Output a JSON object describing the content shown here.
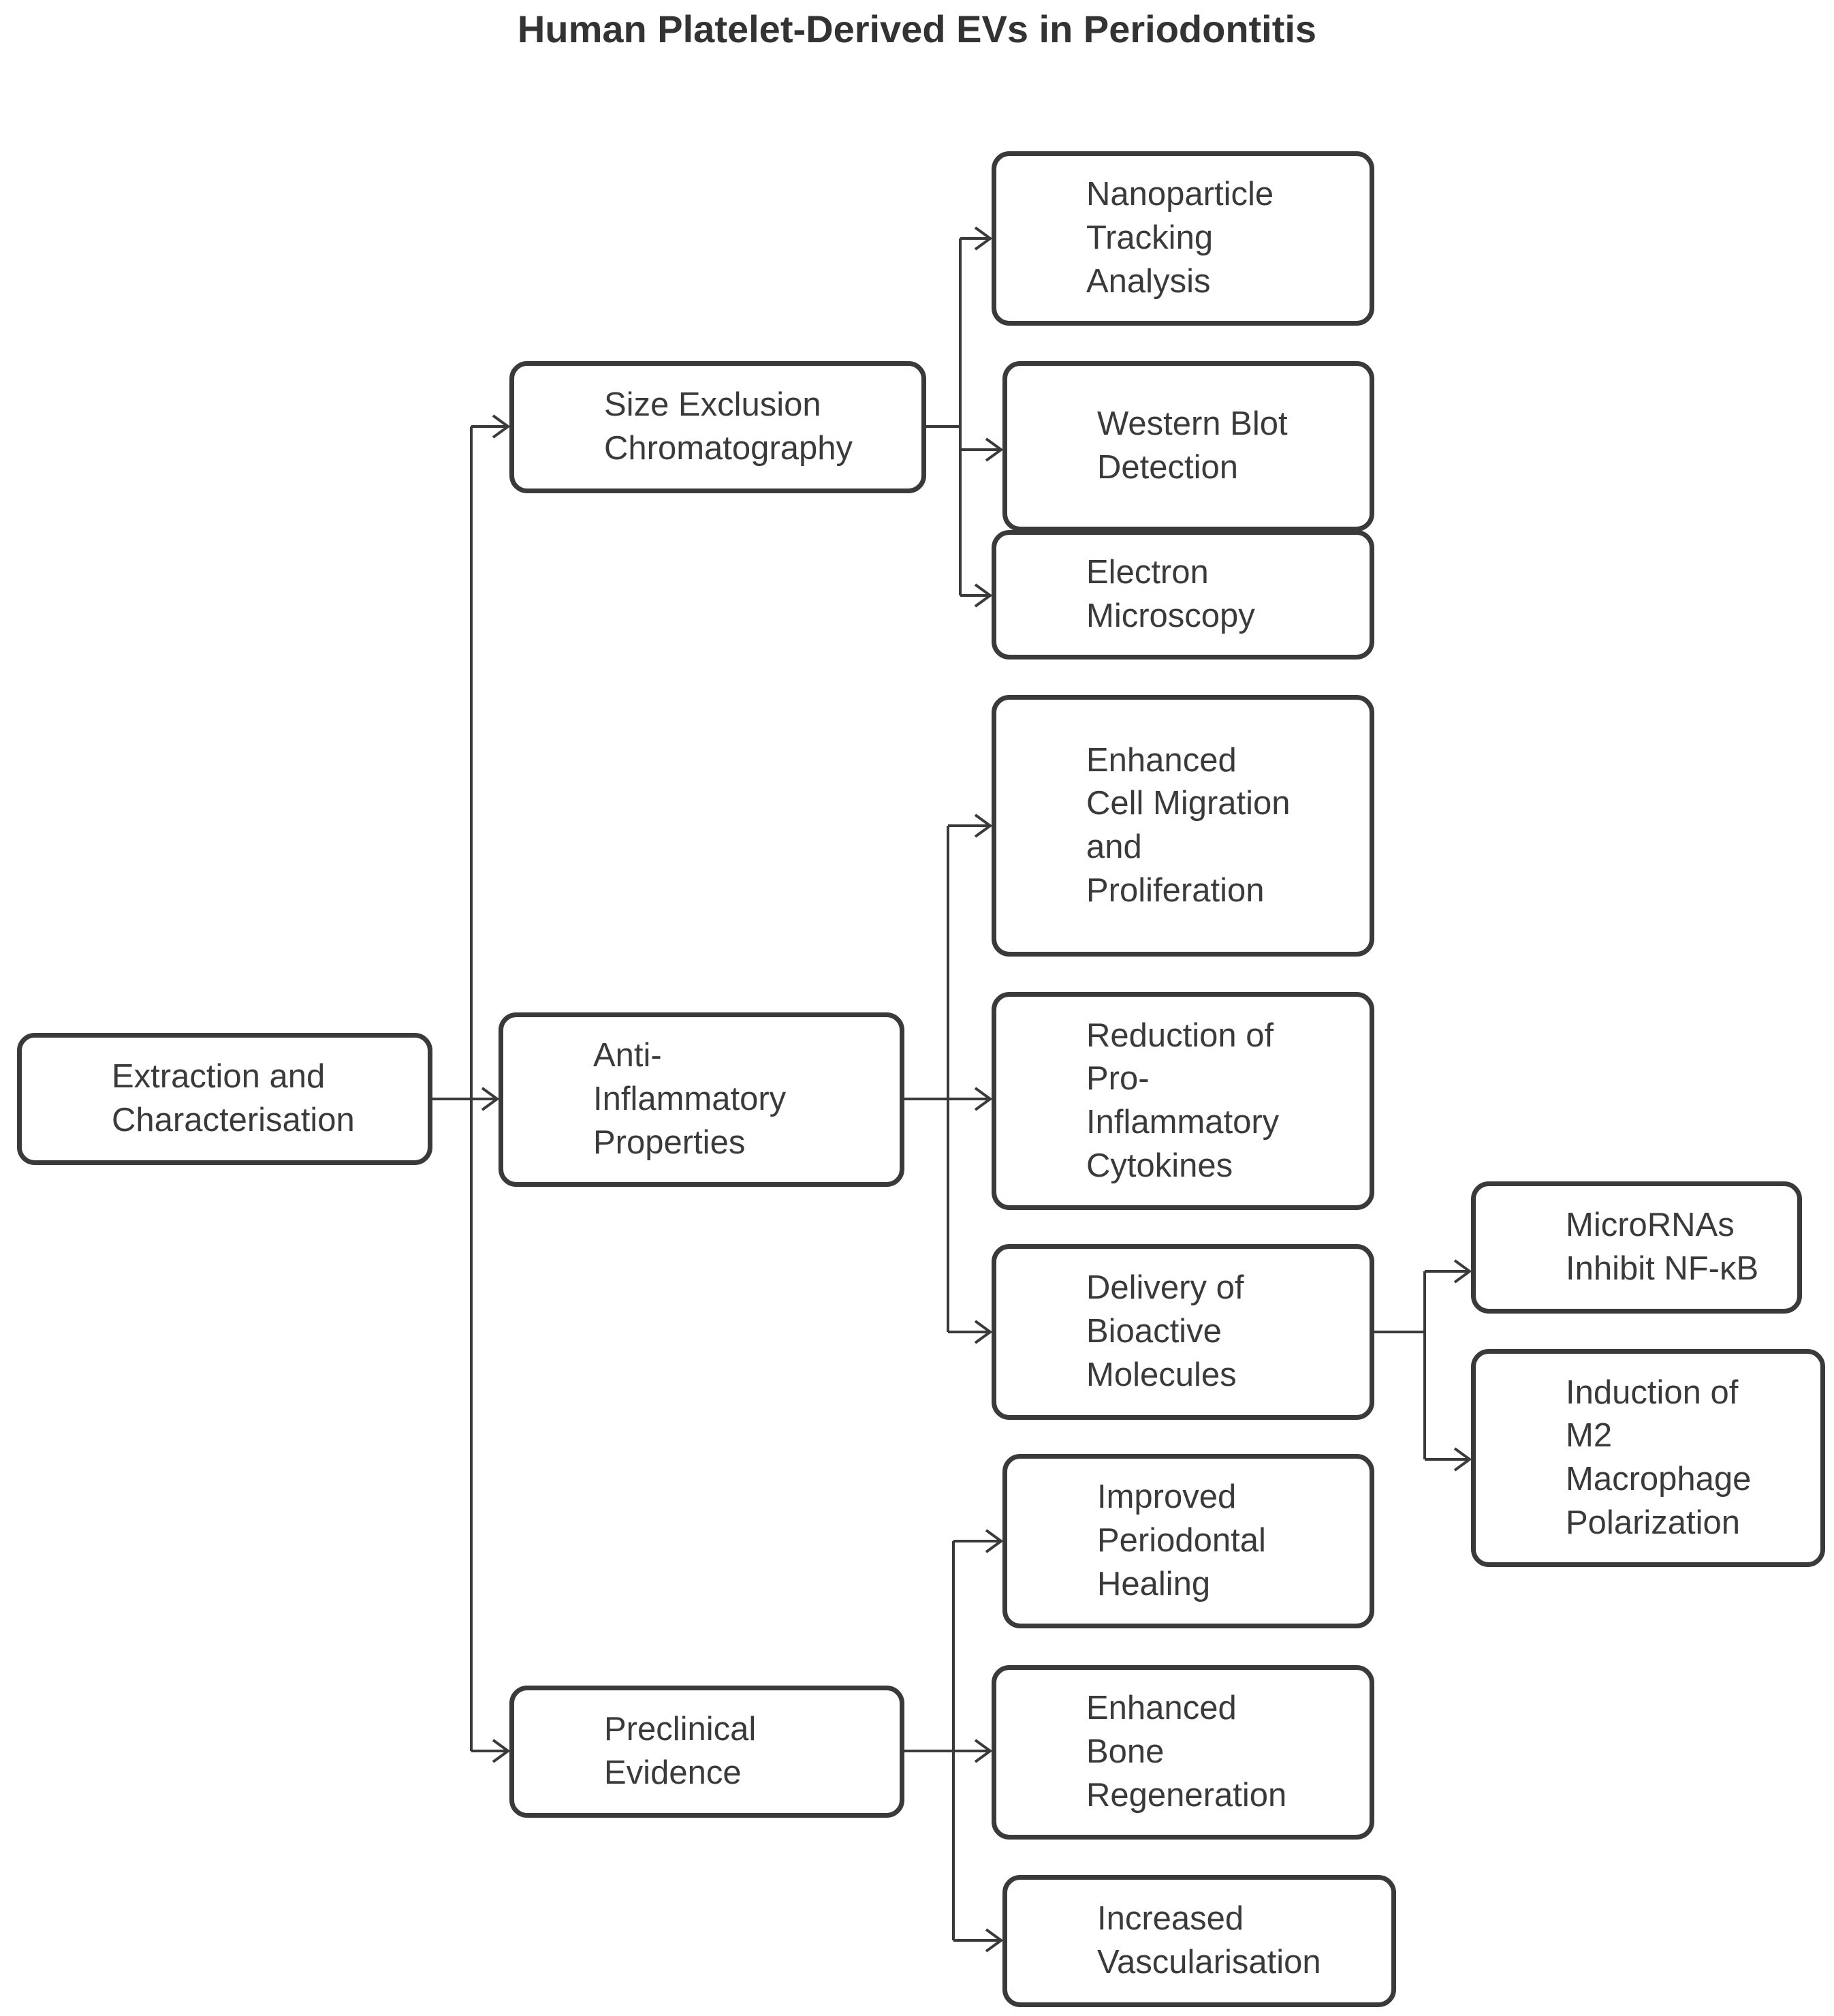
{
  "title": "Human Platelet-Derived EVs in Periodontitis",
  "nodes": {
    "root": "Extraction and\nCharacterisation",
    "sec": "Size Exclusion\nChromatography",
    "anti": "Anti-\nInflammatory\nProperties",
    "pre": "Preclinical\nEvidence",
    "nta": "Nanoparticle\nTracking\nAnalysis",
    "wb": "Western Blot\nDetection",
    "em": "Electron\nMicroscopy",
    "migr": "Enhanced\nCell Migration\nand\nProliferation",
    "cyto": "Reduction of\nPro-\nInflammatory\nCytokines",
    "bio": "Delivery of\nBioactive\nMolecules",
    "mirna": "MicroRNAs\nInhibit NF-κB",
    "m2": "Induction of\nM2\nMacrophage\nPolarization",
    "heal": "Improved\nPeriodontal\nHealing",
    "bone": "Enhanced\nBone\nRegeneration",
    "vasc": "Increased\nVascularisation"
  }
}
